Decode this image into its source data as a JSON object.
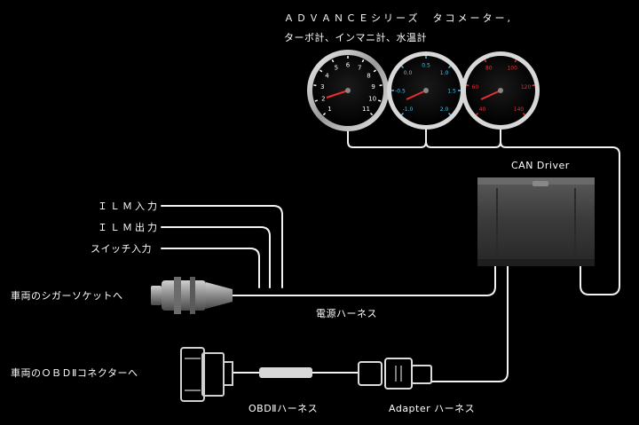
{
  "title": {
    "line1": "ＡＤＶＡＮＣＥシリーズ　タコメーター,",
    "line2": "ターボ計、インマニ計、水温計"
  },
  "gauges": [
    {
      "name": "tachometer",
      "color": "#ffffff",
      "ticks": [
        "1",
        "2",
        "3",
        "4",
        "5",
        "6",
        "7",
        "8",
        "9",
        "10",
        "11"
      ]
    },
    {
      "name": "turbo",
      "color": "#4ec2e8",
      "ticks": [
        "-1.0",
        "-0.5",
        "0.0",
        "0.5",
        "1.0",
        "1.5",
        "2.0"
      ]
    },
    {
      "name": "temp",
      "color": "#e83030",
      "ticks": [
        "40",
        "60",
        "80",
        "100",
        "120",
        "140"
      ]
    }
  ],
  "can_driver_label": "CAN Driver",
  "inputs": {
    "ilm_in": "ＩＬＭ入力",
    "ilm_out": "ＩＬＭ出力",
    "switch_in": "スイッチ入力"
  },
  "cigar_label": "車両のシガーソケットへ",
  "power_harness_label": "電源ハーネス",
  "obd_connector_label": "車両のＯＢＤⅡコネクターへ",
  "obd_harness_label": "OBDⅡハーネス",
  "adapter_harness_label": "Adapter ハーネス"
}
